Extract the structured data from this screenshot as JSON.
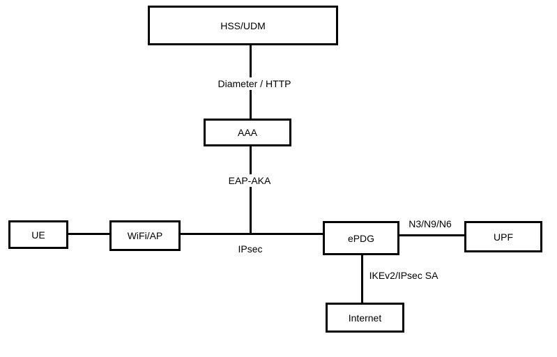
{
  "diagram": {
    "nodes": {
      "hss_udm": {
        "label": "HSS/UDM"
      },
      "aaa": {
        "label": "AAA"
      },
      "ue": {
        "label": "UE"
      },
      "wifi_ap": {
        "label": "WiFi/AP"
      },
      "epdg": {
        "label": "ePDG"
      },
      "upf": {
        "label": "UPF"
      },
      "internet": {
        "label": "Internet"
      }
    },
    "edges": {
      "hss_to_aaa": {
        "label": "Diameter / HTTP"
      },
      "aaa_to_access": {
        "label": "EAP-AKA"
      },
      "wifi_to_epdg": {
        "label": "IPsec"
      },
      "epdg_to_upf": {
        "label": "N3/N9/N6"
      },
      "epdg_to_internet": {
        "label": "IKEv2/IPsec SA"
      }
    },
    "colors": {
      "line": "#000000",
      "background": "#ffffff"
    }
  }
}
